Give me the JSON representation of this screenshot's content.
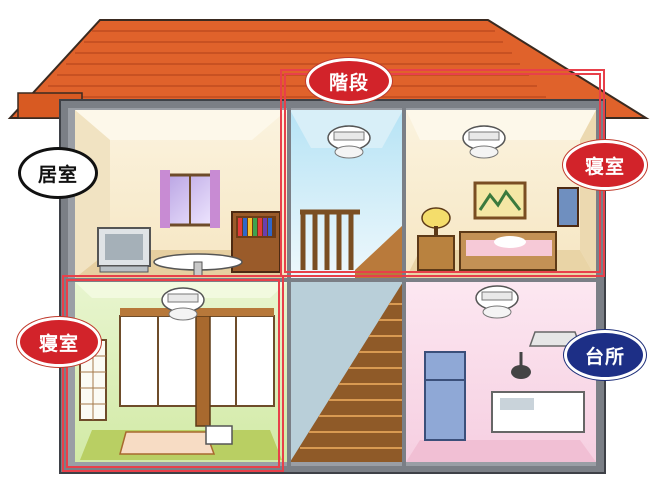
{
  "colors": {
    "alarm_group_frame": "#e8404a",
    "label_red": "#d2232a",
    "label_blue": "#1d2f86",
    "roof": "#e0622b",
    "wall": "#7b7f86"
  },
  "labels": {
    "living_room": "居室",
    "stairs": "階段",
    "bedroom_upper": "寝室",
    "bedroom_lower": "寝室",
    "kitchen": "台所"
  }
}
